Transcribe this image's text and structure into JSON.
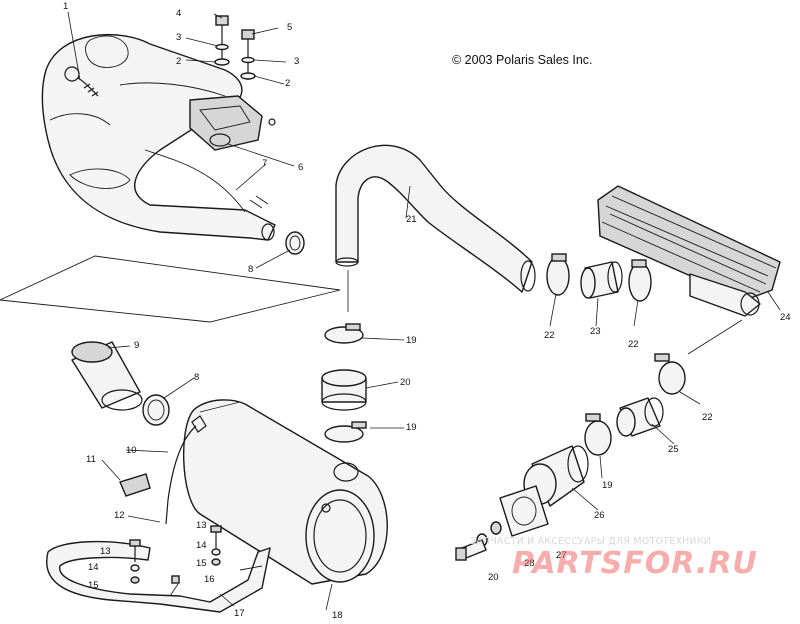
{
  "copyright": "© 2003 Polaris Sales Inc.",
  "watermark": {
    "tagline": "ЗАПЧАСТИ И АКСЕССУАРЫ ДЛЯ МОТОТЕХНИКИ",
    "site": "PARTSFOR.RU",
    "color": "#f26a6a"
  },
  "callouts": [
    "1",
    "2",
    "2",
    "3",
    "3",
    "4",
    "5",
    "6",
    "7",
    "8",
    "8",
    "9",
    "10",
    "11",
    "12",
    "13",
    "13",
    "14",
    "14",
    "15",
    "15",
    "16",
    "17",
    "18",
    "19",
    "19",
    "19",
    "20",
    "20",
    "21",
    "22",
    "22",
    "22",
    "23",
    "24",
    "25",
    "26",
    "27",
    "28"
  ]
}
